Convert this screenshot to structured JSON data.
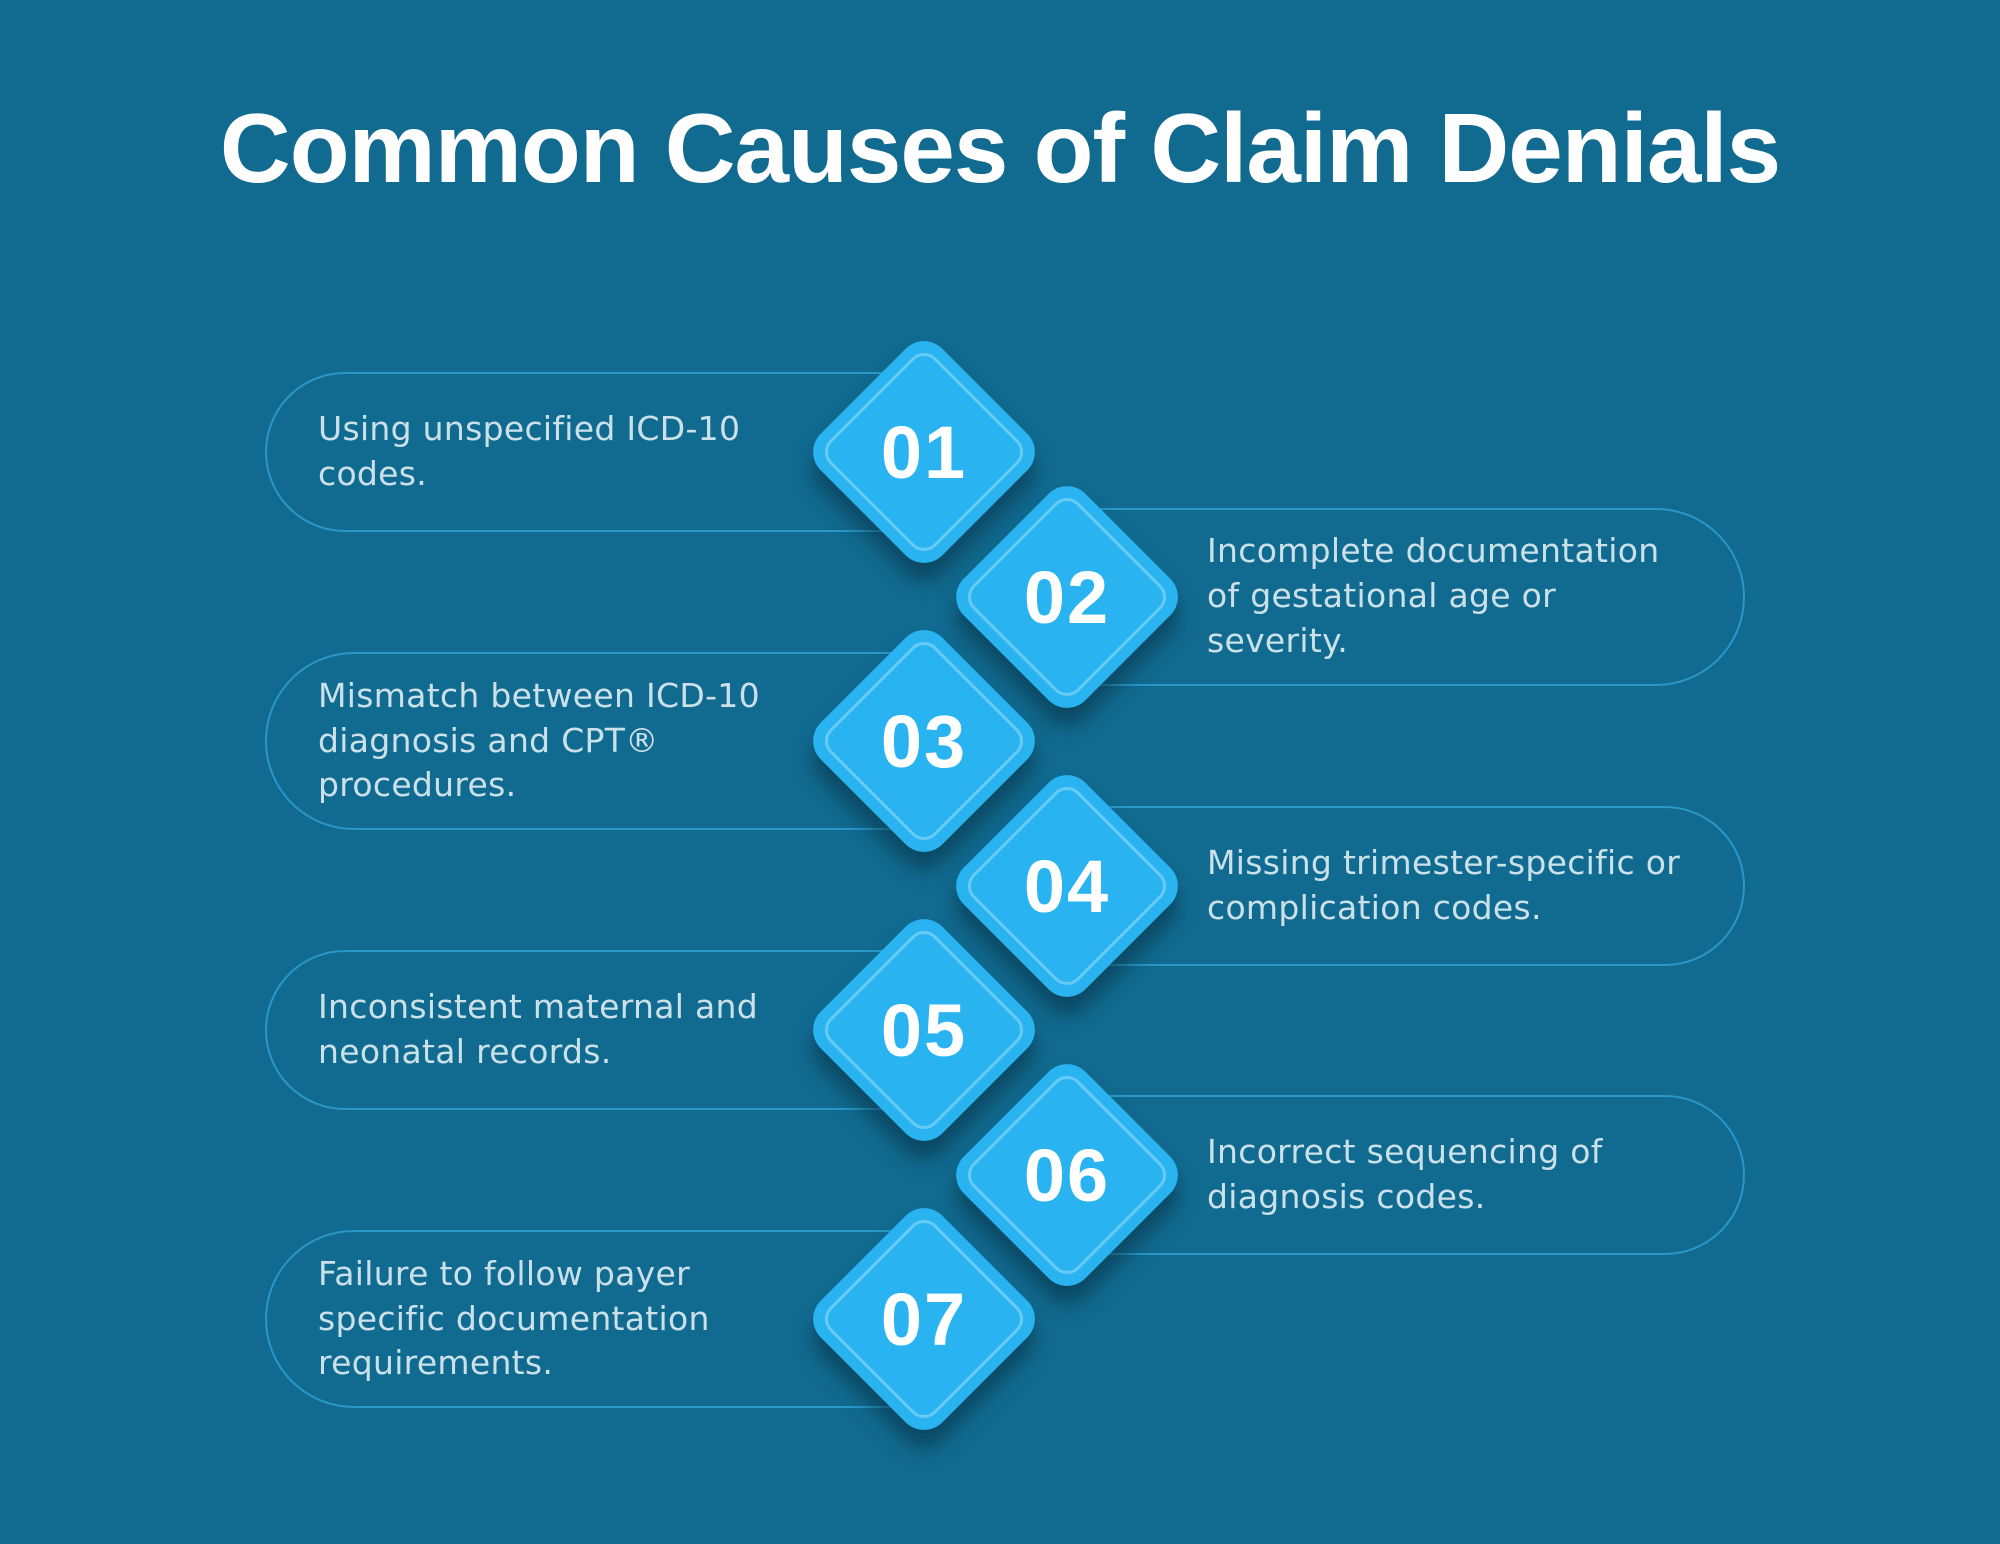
{
  "title": "Common Causes of Claim Denials",
  "items": [
    {
      "number": "01",
      "side": "left",
      "caption": "Using unspecified ICD-10\ncodes."
    },
    {
      "number": "02",
      "side": "right",
      "caption": "Incomplete documentation\nof gestational age or\nseverity."
    },
    {
      "number": "03",
      "side": "left",
      "caption": "Mismatch between ICD-10\ndiagnosis and CPT®\nprocedures."
    },
    {
      "number": "04",
      "side": "right",
      "caption": "Missing trimester-specific or\ncomplication codes."
    },
    {
      "number": "05",
      "side": "left",
      "caption": "Inconsistent maternal and\nneonatal records."
    },
    {
      "number": "06",
      "side": "right",
      "caption": "Incorrect sequencing of\ndiagnosis codes."
    },
    {
      "number": "07",
      "side": "left",
      "caption": "Failure to follow payer\nspecific documentation\nrequirements."
    }
  ],
  "colors": {
    "background": "#116A8F",
    "diamond_fill": "#29B4F1",
    "pill_outline": "#2E9FD1",
    "caption_text": "#ECF6FA",
    "number_text": "#FFFFFF",
    "title_text": "#FFFFFF"
  }
}
